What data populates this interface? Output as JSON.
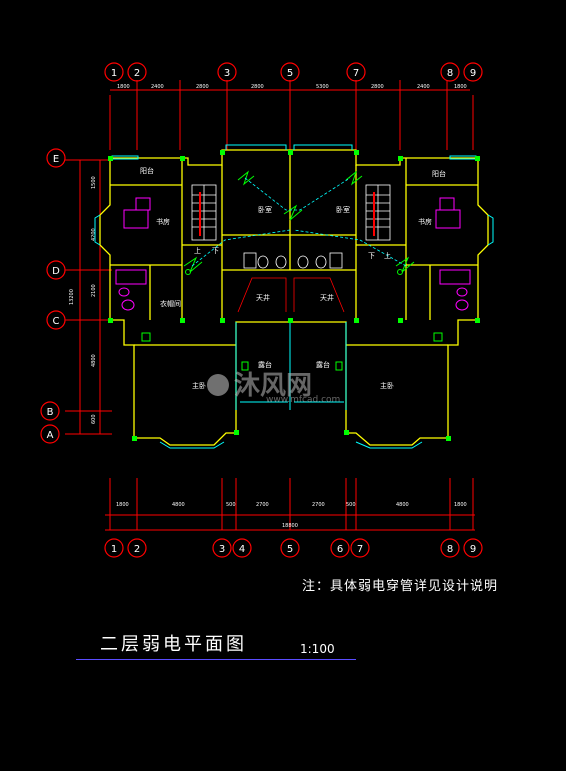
{
  "top_axes": [
    "1",
    "2",
    "3",
    "5",
    "7",
    "8",
    "9"
  ],
  "bottom_axes": [
    "1",
    "2",
    "3",
    "4",
    "5",
    "6",
    "7",
    "8",
    "9"
  ],
  "left_axes": [
    "E",
    "D",
    "C",
    "B",
    "A"
  ],
  "top_dims": [
    "1800",
    "2400",
    "2800",
    "2800",
    "5300",
    "2800",
    "2400",
    "1800"
  ],
  "bottom_dims": [
    "1800",
    "4800",
    "500",
    "2700",
    "2700",
    "500",
    "4800",
    "1800"
  ],
  "total_dim": "18800",
  "left_dims": [
    "1500",
    "4200",
    "2100",
    "4800",
    "600"
  ],
  "left_total": "13200",
  "rooms": {
    "balcony_l": "阳台",
    "balcony_r": "阳台",
    "study_l": "书房",
    "study_r": "书房",
    "bed_l": "卧室",
    "bed_r": "卧室",
    "up_l": "上",
    "down_l": "下",
    "up_r": "上",
    "down_r": "下",
    "well_l": "天井",
    "well_r": "天井",
    "terrace_l": "露台",
    "terrace_r": "露台",
    "master_l": "主卧",
    "master_r": "主卧",
    "cloak": "衣帽间"
  },
  "watermark": {
    "brand": "沐风网",
    "url": "www.mfcad.com"
  },
  "note": "注：具体弱电穿管详见设计说明",
  "title": "二层弱电平面图",
  "scale": "1:100",
  "colors": {
    "wall": "#ffff00",
    "axis": "#ff0000",
    "window": "#00ffff",
    "fixture": "#ff00ff",
    "device": "#00ff00",
    "text": "#ffffff"
  }
}
